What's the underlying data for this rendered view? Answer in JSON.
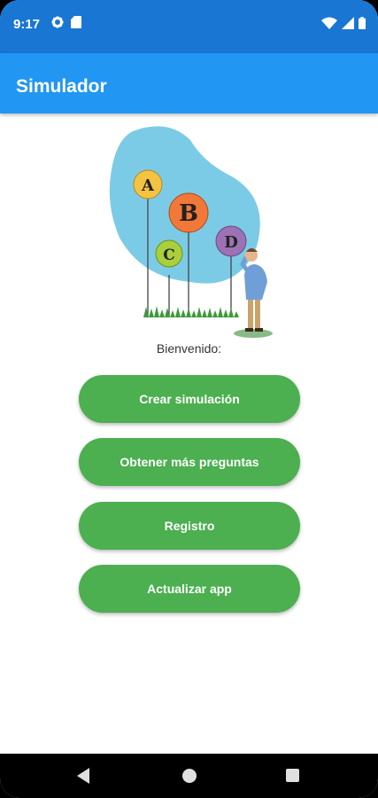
{
  "status_bar": {
    "time": "9:17",
    "icons": [
      "settings-icon",
      "sd-card-icon",
      "wifi-icon",
      "signal-icon",
      "battery-icon"
    ]
  },
  "app_bar": {
    "title": "Simulador",
    "color": "#2196f3"
  },
  "illustration": {
    "balloons": [
      {
        "letter": "A",
        "color": "#f5c342"
      },
      {
        "letter": "B",
        "color": "#f2783a"
      },
      {
        "letter": "C",
        "color": "#a9cf3c"
      },
      {
        "letter": "D",
        "color": "#9c72b5"
      }
    ]
  },
  "welcome_text": "Bienvenido:",
  "buttons": {
    "create_simulation": "Crear simulación",
    "get_more_questions": "Obtener más preguntas",
    "register": "Registro",
    "update_app": "Actualizar app"
  },
  "colors": {
    "status_bar": "#1976d2",
    "button_green": "#4caf50",
    "blob": "#7ccbe6"
  },
  "nav_bar": {
    "icons": [
      "back-icon",
      "home-icon",
      "recents-icon"
    ]
  }
}
